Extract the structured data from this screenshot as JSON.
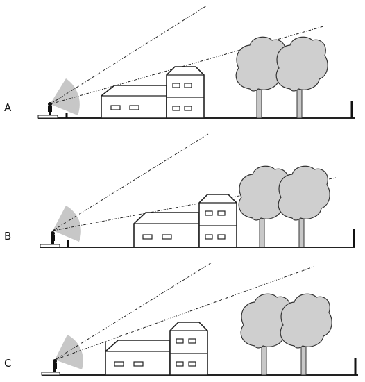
{
  "panels": [
    {
      "id": "A",
      "label": "A"
    },
    {
      "id": "B",
      "label": "B"
    },
    {
      "id": "C",
      "label": "C"
    }
  ],
  "colors": {
    "line": "#222222",
    "cone": "#bdbdbd",
    "tree": "#cfcfcf"
  }
}
